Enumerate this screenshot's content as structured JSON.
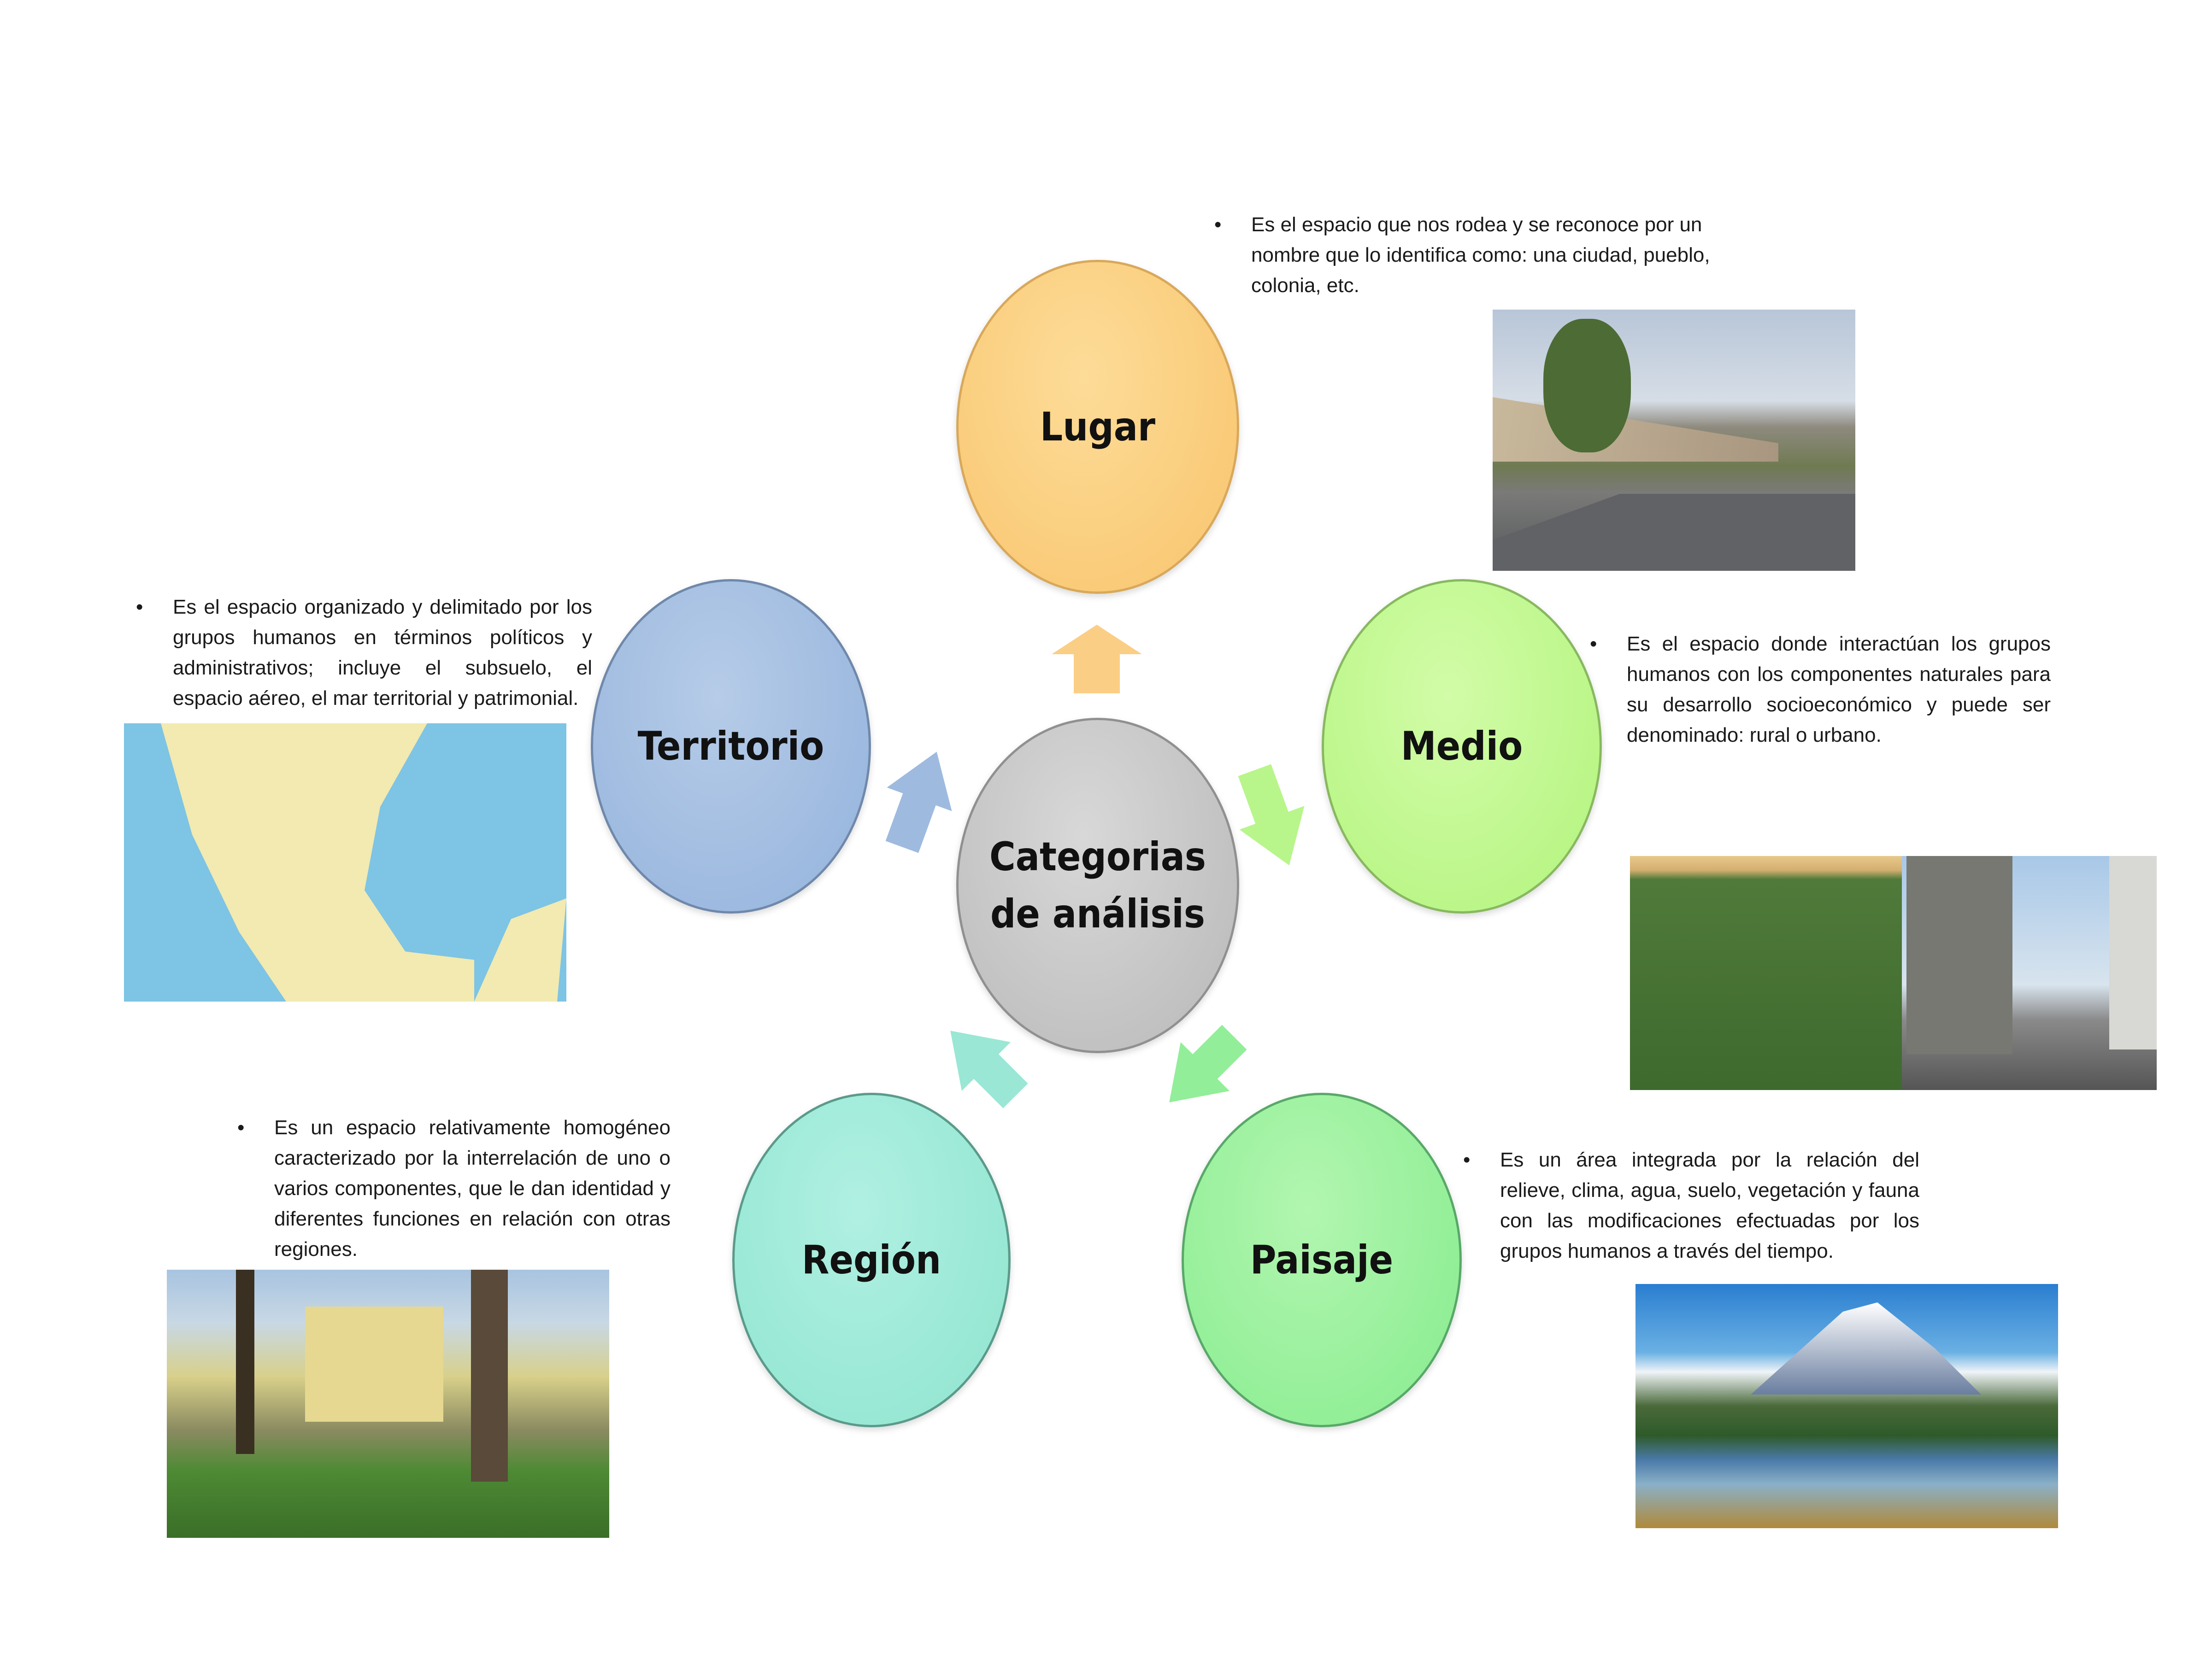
{
  "center": {
    "label_line1": "Categorias",
    "label_line2": "de análisis",
    "color": "#c4c4c4"
  },
  "categories": {
    "lugar": {
      "label": "Lugar",
      "color": "#fbcf80",
      "description": "Es el espacio que nos rodea y se reconoce por un nombre que lo identifica como: una ciudad, pueblo, colonia, etc.",
      "image": "street-with-houses-photo"
    },
    "territorio": {
      "label": "Territorio",
      "color": "#a4bee2",
      "description": "Es el espacio organizado y delimitado por los grupos humanos en términos políticos y administrativos; incluye el subsuelo, el espacio aéreo, el mar territorial y patrimonial.",
      "image": "map-of-mexico"
    },
    "medio": {
      "label": "Medio",
      "color": "#c2f890",
      "description": "Es el espacio donde interactúan los grupos humanos con los componentes naturales para su desarrollo socioeconómico y puede ser denominado: rural o urbano.",
      "image": "field-and-city-photo"
    },
    "region": {
      "label": "Región",
      "color": "#a0eada",
      "description": "Es un espacio relativamente homogéneo caracterizado por la interrelación de uno o varios componentes, que le dan identidad y diferentes funciones en relación con otras regiones.",
      "image": "town-plaza-photo"
    },
    "paisaje": {
      "label": "Paisaje",
      "color": "#9cf0a0",
      "description": "Es un área integrada por la relación del relieve, clima, agua, suelo, vegetación y fauna con las modificaciones efectuadas por los grupos humanos a través del tiempo.",
      "image": "mountain-lake-photo"
    }
  },
  "bullet": "•"
}
